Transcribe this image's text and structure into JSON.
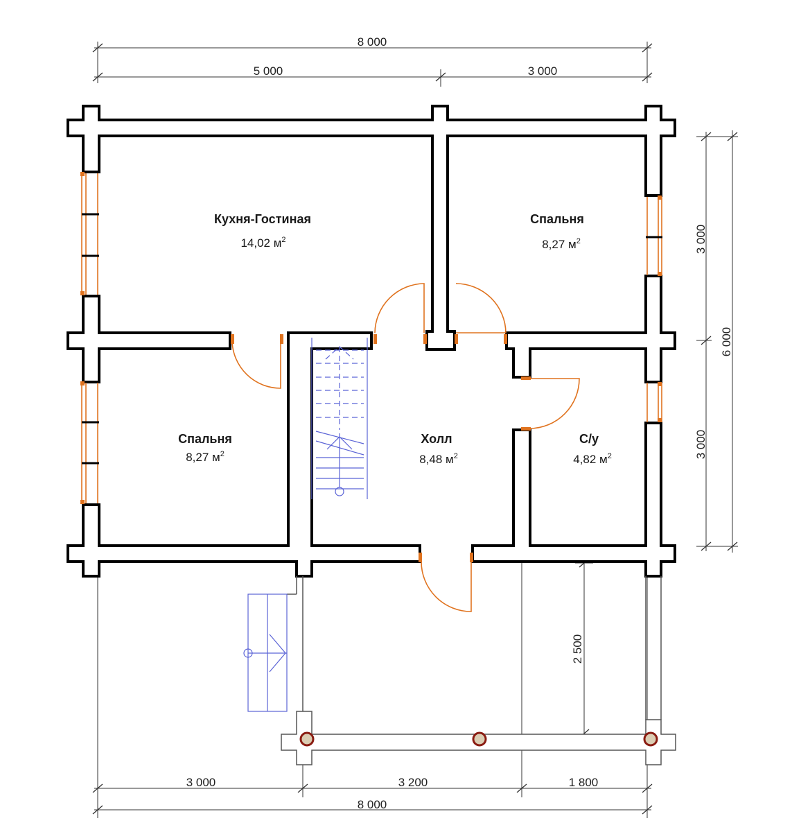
{
  "dimensions": {
    "top_total": "8 000",
    "top_left": "5 000",
    "top_right": "3 000",
    "right_upper": "3 000",
    "right_lower": "3 000",
    "right_total": "6 000",
    "terrace_depth": "2 500",
    "bottom_left": "3 000",
    "bottom_mid": "3 200",
    "bottom_right": "1 800",
    "bottom_total": "8 000"
  },
  "rooms": {
    "kitchen": {
      "name": "Кухня-Гостиная",
      "area": "14,02 м",
      "unit_power": "2"
    },
    "bedroom_right": {
      "name": "Спальня",
      "area": "8,27 м",
      "unit_power": "2"
    },
    "bedroom_left": {
      "name": "Спальня",
      "area": "8,27 м",
      "unit_power": "2"
    },
    "hall": {
      "name": "Холл",
      "area": "8,48 м",
      "unit_power": "2"
    },
    "bathroom": {
      "name": "С/у",
      "area": "4,82 м",
      "unit_power": "2"
    }
  },
  "colors": {
    "wall": "#000000",
    "door": "#e0731f",
    "stair": "#5a63d6",
    "post": "#8a1c12"
  }
}
